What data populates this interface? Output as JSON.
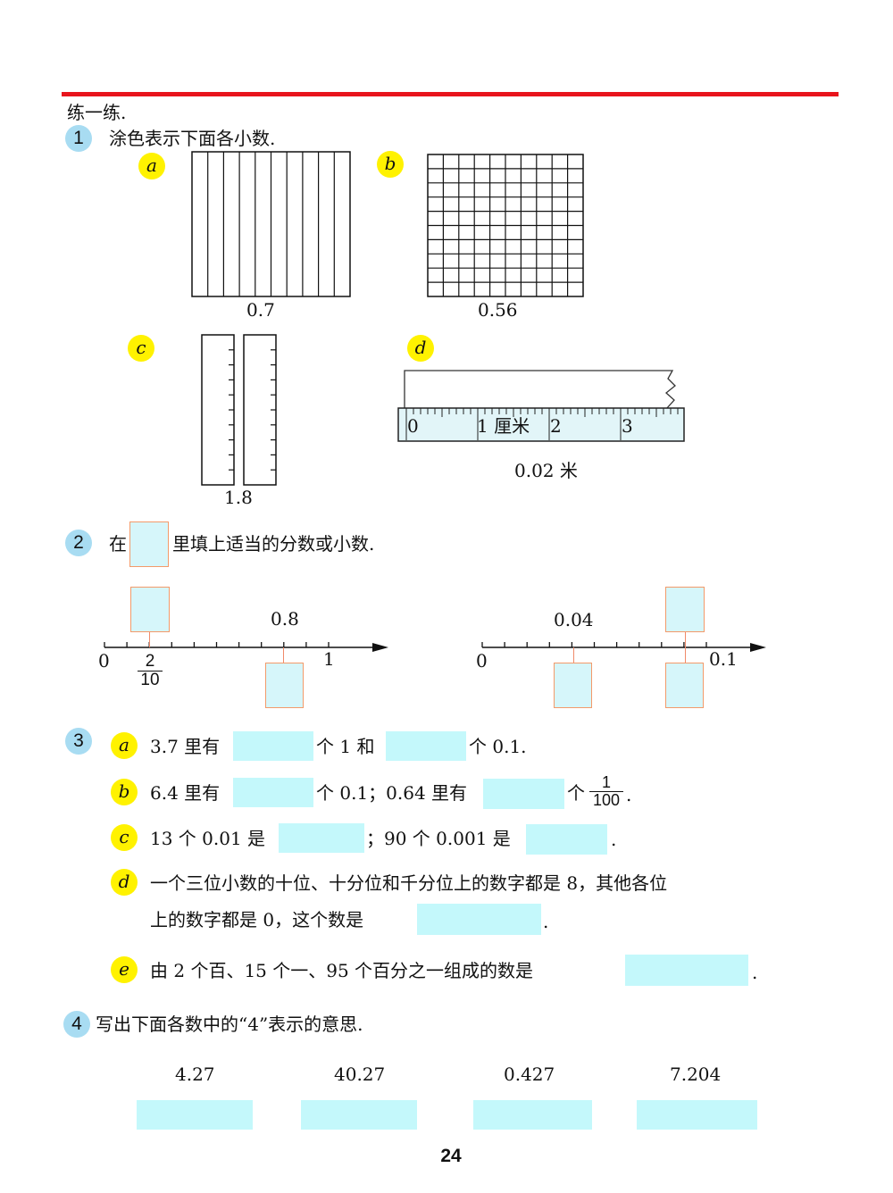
{
  "header": {
    "title": "练一练."
  },
  "q1": {
    "number": "1",
    "instruction": "涂色表示下面各小数.",
    "a": {
      "label": "a",
      "value": "0.7",
      "columns": 10
    },
    "b": {
      "label": "b",
      "value": "0.56",
      "columns": 10,
      "rows": 10
    },
    "c": {
      "label": "c",
      "value": "1.8",
      "bars": 2,
      "segments": 10
    },
    "d": {
      "label": "d",
      "value": "0.02 米",
      "ruler_labels": [
        "0",
        "1 厘米",
        "2",
        "3"
      ]
    }
  },
  "q2": {
    "number": "2",
    "instruction_pre": "在",
    "instruction_post": "里填上适当的分数或小数.",
    "line1": {
      "start": "0",
      "end": "1",
      "given_decimal": "0.8",
      "fraction_num": "2",
      "fraction_den": "10"
    },
    "line2": {
      "start": "0",
      "end": "0.1",
      "given_decimal": "0.04"
    }
  },
  "q3": {
    "number": "3",
    "a": {
      "label": "a",
      "t1": "3.7 里有",
      "t2": "个 1 和",
      "t3": "个 0.1."
    },
    "b": {
      "label": "b",
      "t1": "6.4 里有",
      "t2": "个 0.1；0.64 里有",
      "t3": "个",
      "frac_num": "1",
      "frac_den": "100",
      "t4": "."
    },
    "c": {
      "label": "c",
      "t1": "13 个 0.01 是",
      "t2": "；90 个 0.001 是",
      "t3": "."
    },
    "d": {
      "label": "d",
      "line1": "一个三位小数的十位、十分位和千分位上的数字都是 8，其他各位",
      "line2": "上的数字都是 0，这个数是",
      "t3": "."
    },
    "e": {
      "label": "e",
      "t1": "由 2 个百、15 个一、95 个百分之一组成的数是",
      "t2": "."
    }
  },
  "q4": {
    "number": "4",
    "instruction": "写出下面各数中的“4”表示的意思.",
    "numbers": [
      "4.27",
      "40.27",
      "0.427",
      "7.204"
    ]
  },
  "footer": {
    "page": "24"
  },
  "colors": {
    "rule": "#e8141c",
    "badge": "#a8dcf2",
    "label": "#fff200",
    "fill": "#c4f8fb"
  }
}
